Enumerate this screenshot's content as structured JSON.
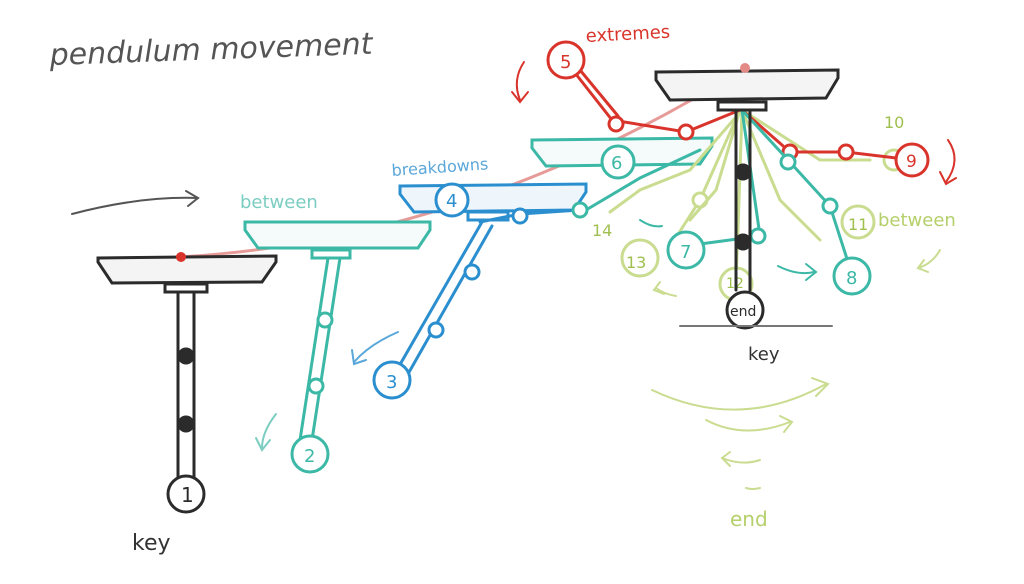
{
  "title": "pendulum movement",
  "labels": {
    "key_left": "key",
    "key_right": "key",
    "between_top": "between",
    "breakdowns": "breakdowns",
    "extremes": "extremes",
    "between_right": "between",
    "end_swoosh": "end",
    "end_circle": "end"
  },
  "frame_numbers": {
    "f1": "1",
    "f2": "2",
    "f3": "3",
    "f4": "4",
    "f5": "5",
    "f6": "6",
    "f7": "7",
    "f8": "8",
    "f9": "9",
    "f10": "10",
    "f11": "11",
    "f12": "12",
    "f13": "13",
    "f14": "14"
  },
  "colors": {
    "key": "#2b2b2b",
    "between": "#3cb8a6",
    "breakdown": "#2b8fcf",
    "extreme": "#d9342b",
    "tween": "#c9dc8f",
    "arc": "#e38a86",
    "title": "#555555"
  }
}
